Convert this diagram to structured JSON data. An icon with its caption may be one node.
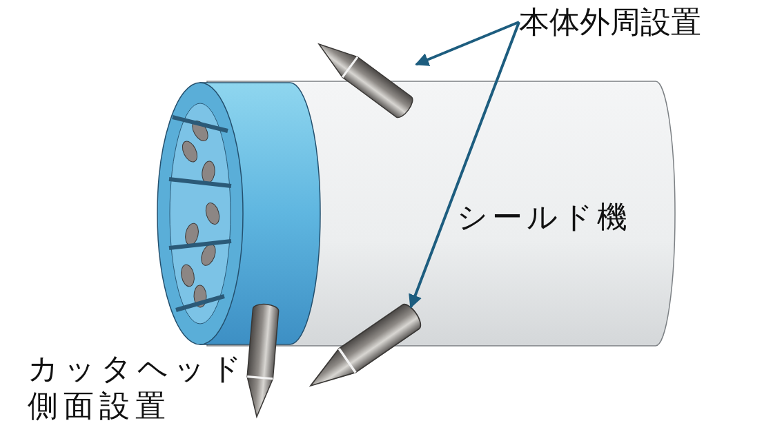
{
  "diagram": {
    "nodes": [
      {
        "text": [
          "本体外周設置"
        ]
      },
      {
        "text": [],
        "shape": "picture"
      },
      {
        "text": [],
        "shape": "picture"
      }
    ],
    "edges": [
      {
        "from": 0,
        "to": 1,
        "arrow": "to"
      },
      {
        "from": 0,
        "to": 2,
        "arrow": "to"
      }
    ],
    "labels": [
      "シールド機",
      "カッタヘッド側面設置"
    ]
  }
}
